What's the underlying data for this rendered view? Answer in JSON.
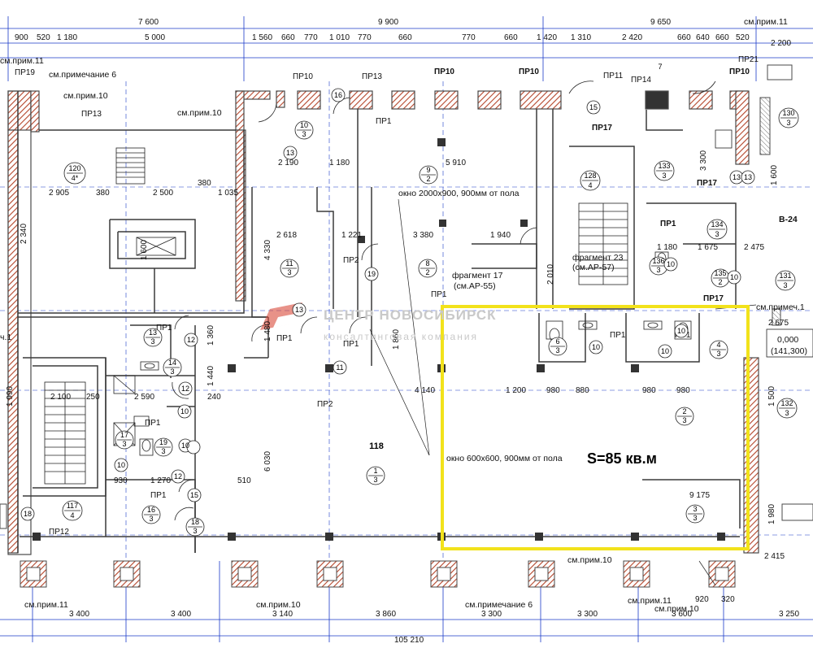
{
  "colors": {
    "wall_hatch": "#b4452a",
    "wall_outline": "#4a4a4a",
    "highlight": "#f2e21b",
    "dim_blue": "#1a3ac8",
    "watermark": "#c9c9c9",
    "watermark_logo": "#d94a3a"
  },
  "top_dims_row1": [
    "7 600",
    "9 900",
    "9 650"
  ],
  "top_dims_row2": [
    "900",
    "520",
    "1 180",
    "5 000",
    "1 560",
    "660",
    "770",
    "1 010",
    "770",
    "660",
    "770",
    "660",
    "1 420",
    "1 310",
    "2 420",
    "660",
    "640",
    "660",
    "520",
    "2 200"
  ],
  "bottom_dims": [
    "3 400",
    "3 400",
    "3 140",
    "3 860",
    "3 300",
    "3 300",
    "3 600",
    "3 250"
  ],
  "total_dim": "105 210",
  "interior_dims": [
    "2 905",
    "380",
    "2 500",
    "1 035",
    "2 190",
    "1 180",
    "5 910",
    "380",
    "2 618",
    "1 221",
    "3 380",
    "1 940",
    "2 340",
    "4 330",
    "2 100",
    "250",
    "2 590",
    "240",
    "4 140",
    "1 200",
    "980",
    "880",
    "980",
    "980",
    "9 175",
    "6 030",
    "1 990",
    "1 360",
    "1 440",
    "930",
    "1 270",
    "510",
    "2 675",
    "2 415",
    "920",
    "320",
    "1 675",
    "2 475",
    "1 180",
    "1 500",
    "1 980",
    "1 600",
    "3 300",
    "1 600",
    "1 480",
    "2 010",
    "1 860"
  ],
  "notes": {
    "top_right": "см.прим.11",
    "top_left": "см.прим.11",
    "note6": "см.примечание 6",
    "prim10_a": "см.прим.10",
    "prim10_b": "см.прим.10",
    "bottom_left": "см.прим.11",
    "bottom_prim10": "см.прим.10",
    "bottom_note6": "см.примечание 6",
    "bottom_right1": "см.прим.10",
    "bottom_right2": "см.прим.11",
    "bottom_right3": "см.прим.10",
    "right_prim": "см.примеч.1",
    "window1": "окно 2000х900, 900мм от пола",
    "window2": "окно 600х600, 900мм от пола",
    "frag17": "фрагмент 17",
    "frag17b": "(см.АР-55)",
    "frag23": "фрагмент 23",
    "frag23b": "(см.АР-57)",
    "axis": "В-24",
    "axis_b": "ч.1"
  },
  "elevation": {
    "value": "0,000",
    "abs": "(141,300)"
  },
  "area_label": "S=85 кв.м",
  "watermark": {
    "line1": "ЦЕНТР НОВОСИБИРСК",
    "line2": "консалтинговая компания"
  },
  "pr_labels": [
    "ПР19",
    "ПР13",
    "ПР10",
    "ПР13",
    "ПР10",
    "ПР10",
    "ПР11",
    "ПР14",
    "ПР10",
    "ПР21",
    "ПР17",
    "ПР1",
    "ПР17",
    "ПР1",
    "ПР17",
    "ПР2",
    "ПР1",
    "ПР1",
    "ПР1",
    "ПР1",
    "ПР2",
    "ПР1",
    "ПР1",
    "ПР1",
    "ПР12",
    "ПР1"
  ],
  "rooms": [
    {
      "num": "120",
      "sub": "4*"
    },
    {
      "num": "10",
      "sub": "3"
    },
    {
      "num": "9",
      "sub": "2"
    },
    {
      "num": "128",
      "sub": "4"
    },
    {
      "num": "133",
      "sub": "3"
    },
    {
      "num": "130",
      "sub": "3"
    },
    {
      "num": "11",
      "sub": "3"
    },
    {
      "num": "8",
      "sub": "2"
    },
    {
      "num": "134",
      "sub": "3"
    },
    {
      "num": "135",
      "sub": "2"
    },
    {
      "num": "136",
      "sub": "3"
    },
    {
      "num": "131",
      "sub": "3"
    },
    {
      "num": "13",
      "sub": "3"
    },
    {
      "num": "14",
      "sub": "3"
    },
    {
      "num": "6",
      "sub": "3"
    },
    {
      "num": "4",
      "sub": "3"
    },
    {
      "num": "2",
      "sub": "3"
    },
    {
      "num": "132",
      "sub": "3"
    },
    {
      "num": "17",
      "sub": "3"
    },
    {
      "num": "19",
      "sub": "3"
    },
    {
      "num": "1",
      "sub": "3"
    },
    {
      "num": "117",
      "sub": "4"
    },
    {
      "num": "16",
      "sub": "3"
    },
    {
      "num": "18",
      "sub": "3"
    },
    {
      "num": "3",
      "sub": "3"
    }
  ],
  "room_118": "118",
  "markers": [
    "16",
    "15",
    "7",
    "13",
    "13",
    "13",
    "19",
    "12",
    "12",
    "10",
    "10",
    "11",
    "10",
    "10",
    "10",
    "15",
    "18",
    "12",
    "10",
    "10",
    "13",
    "10"
  ]
}
